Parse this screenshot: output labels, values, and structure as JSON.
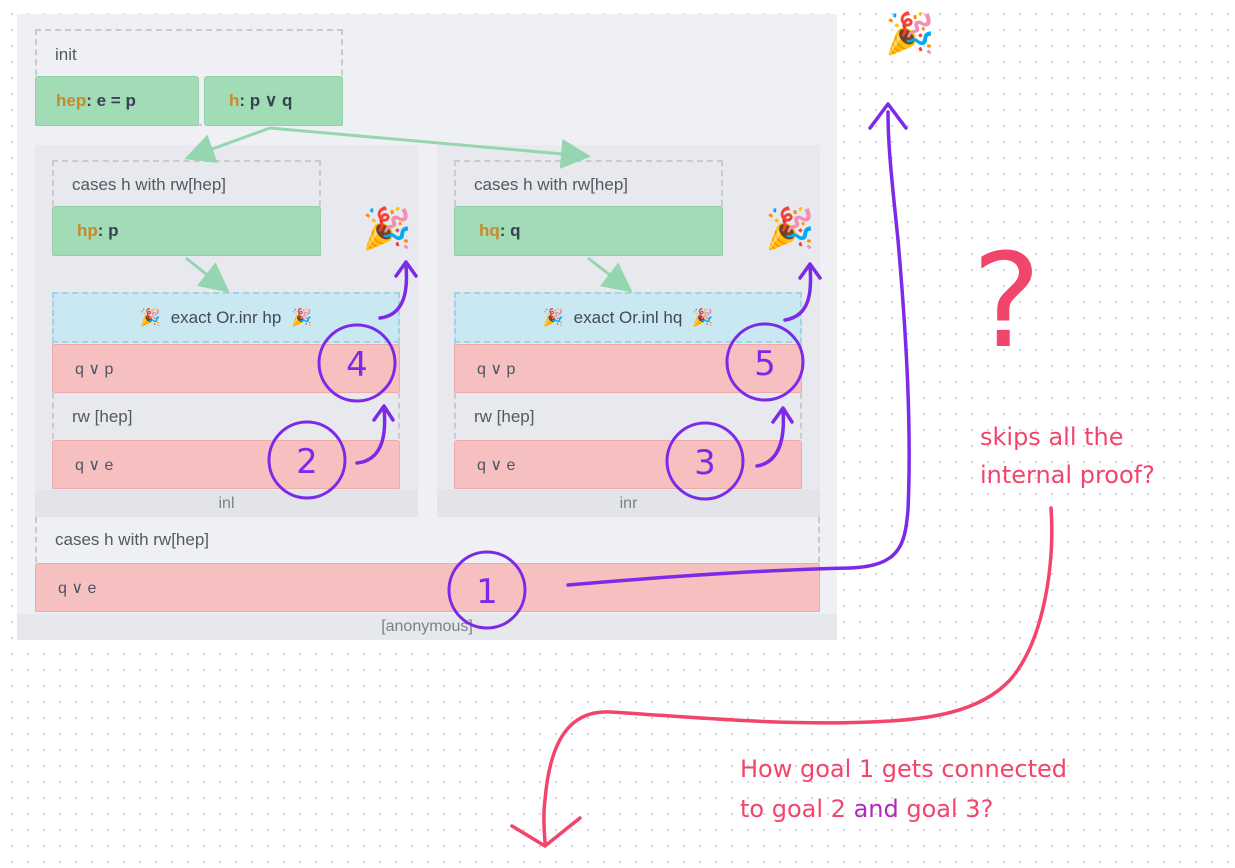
{
  "outer": {
    "init_label": "init",
    "hyp_hep": {
      "name": "hep",
      "rest": ": e = p"
    },
    "hyp_h": {
      "name": "h",
      "rest": ": p ∨ q"
    },
    "cases_label": "cases h with rw[hep]",
    "goal": "q ∨ e",
    "footer": "[anonymous]"
  },
  "inl": {
    "cases_label": "cases h with rw[hep]",
    "hyp": {
      "name": "hp",
      "rest": ": p"
    },
    "exact_label": "exact Or.inr hp",
    "goal_top": "q ∨ p",
    "rw_label": "rw [hep]",
    "goal_bottom": "q ∨ e",
    "footer": "inl"
  },
  "inr": {
    "cases_label": "cases h with rw[hep]",
    "hyp": {
      "name": "hq",
      "rest": ": q"
    },
    "exact_label": "exact Or.inl hq",
    "goal_top": "q ∨ p",
    "rw_label": "rw [hep]",
    "goal_bottom": "q ∨ e",
    "footer": "inr"
  },
  "annotations": {
    "circle_1": "1",
    "circle_2": "2",
    "circle_3": "3",
    "circle_4": "4",
    "circle_5": "5",
    "question_mark": "?",
    "note_top_line1": "skips all the",
    "note_top_line2": "internal proof?",
    "note_bottom_line1": "How goal 1 gets connected",
    "note_bottom_line2_a": "to goal",
    "note_bottom_line2_b": "2",
    "note_bottom_line2_c": "and",
    "note_bottom_line2_d": "goal 3",
    "note_bottom_line2_e": "?",
    "party_emoji": "🎉"
  },
  "colors": {
    "hyp": "#a2dcb7",
    "goal": "#f7c0c0",
    "exact": "#c9e8f1",
    "panel": "#eef0f4",
    "hyp_name": "#c8892b",
    "annotation_purple": "#7c2ae8",
    "annotation_red": "#f2456b"
  }
}
